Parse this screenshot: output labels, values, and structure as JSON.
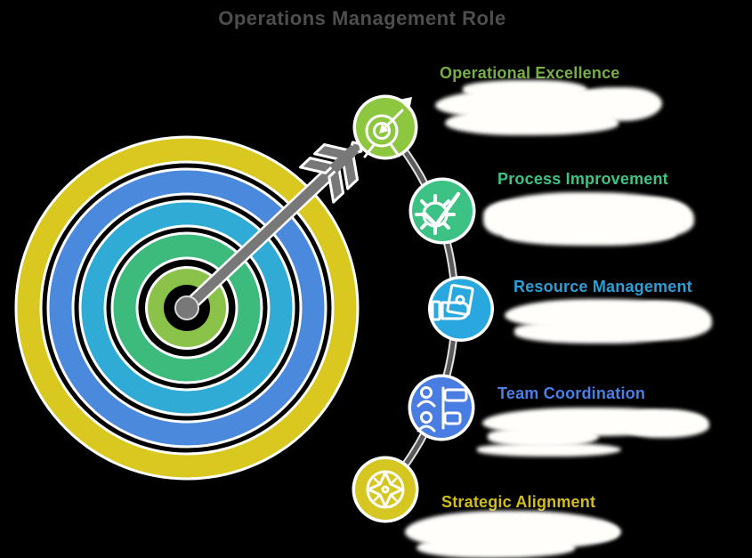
{
  "title": "Operations Management Role",
  "title_color": "#4e4e4e",
  "background_color": "#000000",
  "items": [
    {
      "label": "Operational Excellence",
      "label_color": "#76b043",
      "circle_color": "#8dc63f",
      "icon": "target-arrow-icon"
    },
    {
      "label": "Process Improvement",
      "label_color": "#3fc383",
      "circle_color": "#3dc285",
      "icon": "gear-check-icon"
    },
    {
      "label": "Resource Management",
      "label_color": "#2b9fd6",
      "circle_color": "#29a8df",
      "icon": "money-hand-icon"
    },
    {
      "label": "Team Coordination",
      "label_color": "#4a7fe8",
      "circle_color": "#4a7de2",
      "icon": "people-tasks-icon"
    },
    {
      "label": "Strategic Alignment",
      "label_color": "#d2be17",
      "circle_color": "#d6c622",
      "icon": "compass-icon"
    }
  ],
  "target": {
    "ring_colors_outer_to_inner": [
      "#d9c81f",
      "#4a89dc",
      "#2fabd6",
      "#3dbb7c"
    ],
    "center_color": "#8bc34a",
    "arrow_color": "#787878",
    "connector_color": "#5a5a5a"
  }
}
